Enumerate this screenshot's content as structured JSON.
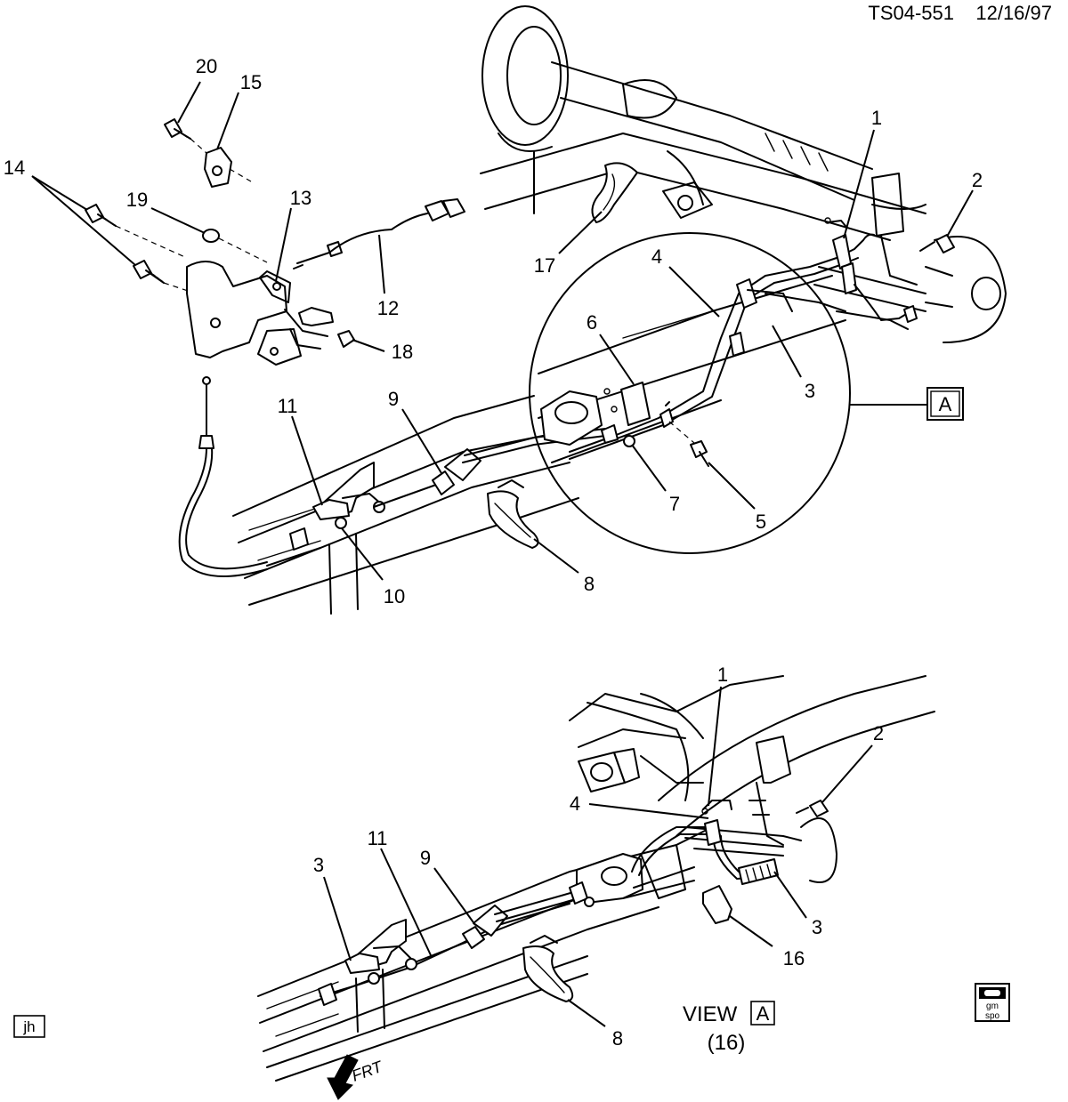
{
  "header": {
    "drawing_number": "TS04-551",
    "date": "12/16/97"
  },
  "upper_view": {
    "callouts": [
      "20",
      "15",
      "14",
      "19",
      "13",
      "12",
      "18",
      "17",
      "1",
      "2",
      "4",
      "6",
      "3",
      "11",
      "9",
      "7",
      "5",
      "10",
      "8"
    ],
    "detail_marker": "A"
  },
  "lower_view": {
    "callouts": [
      "1",
      "2",
      "4",
      "3",
      "11",
      "9",
      "3",
      "16",
      "8"
    ],
    "view_label": "VIEW",
    "view_letter": "A",
    "view_note": "(16)"
  },
  "direction_label": "FRT",
  "author_initials": "jh",
  "logo": {
    "line1": "gm",
    "line2": "spo"
  }
}
